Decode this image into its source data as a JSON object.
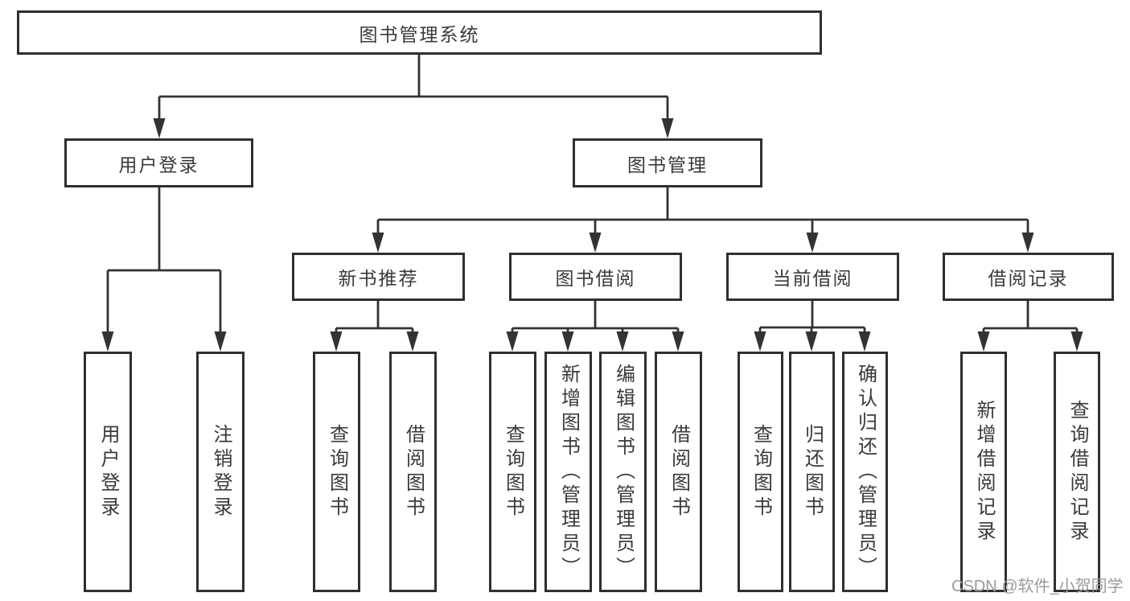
{
  "tree": {
    "root": {
      "label": "图书管理系统",
      "children": [
        {
          "label": "用户登录",
          "children": [
            {
              "label": "用户登录"
            },
            {
              "label": "注销登录"
            }
          ]
        },
        {
          "label": "图书管理",
          "children": [
            {
              "label": "新书推荐",
              "children": [
                {
                  "label": "查询图书"
                },
                {
                  "label": "借阅图书"
                }
              ]
            },
            {
              "label": "图书借阅",
              "children": [
                {
                  "label": "查询图书"
                },
                {
                  "label": "新增图书（管理员）"
                },
                {
                  "label": "编辑图书（管理员）"
                },
                {
                  "label": "借阅图书"
                }
              ]
            },
            {
              "label": "当前借阅",
              "children": [
                {
                  "label": "查询图书"
                },
                {
                  "label": "归还图书"
                },
                {
                  "label": "确认归还（管理员）"
                }
              ]
            },
            {
              "label": "借阅记录",
              "children": [
                {
                  "label": "新增借阅记录"
                },
                {
                  "label": "查询借阅记录"
                }
              ]
            }
          ]
        }
      ]
    }
  },
  "watermark": {
    "text": "CSDN @软件_小贺同学"
  },
  "colors": {
    "line": "#333333",
    "box_border": "#2f2f2f",
    "text": "#3a3a3a",
    "watermark": "#9b9b9b",
    "background": "#ffffff"
  }
}
